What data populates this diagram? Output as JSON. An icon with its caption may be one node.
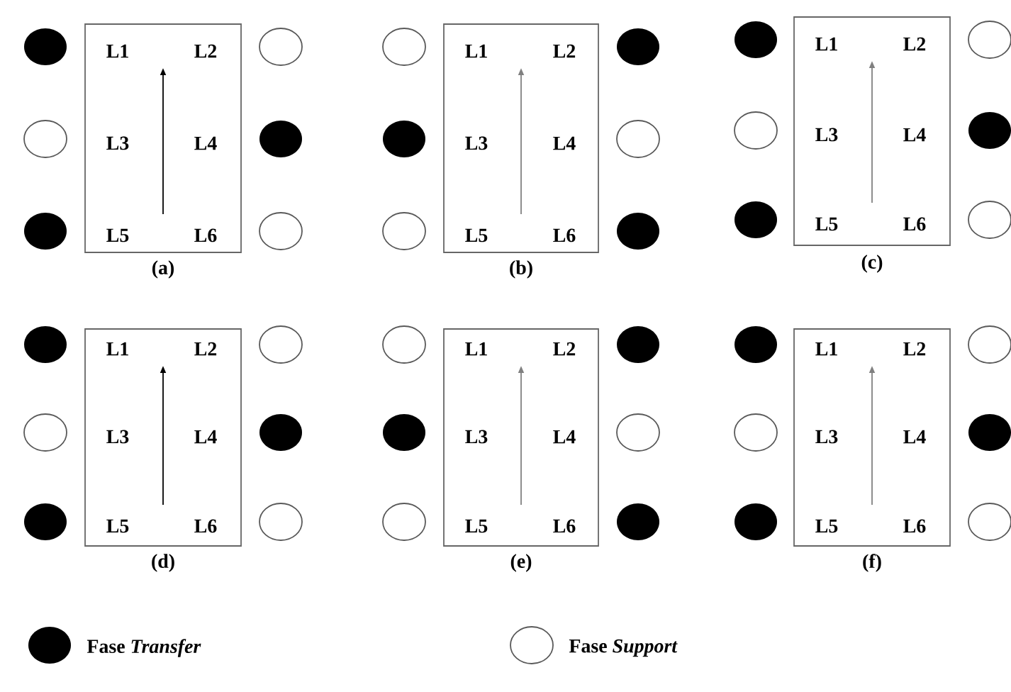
{
  "diagram": {
    "nodes": [
      {
        "text": [
          "L1",
          "L2",
          "L3",
          "L4",
          "L5",
          "L6"
        ],
        "beside": [
          "(a)"
        ]
      },
      {
        "text": [
          "L1",
          "L2",
          "L3",
          "L4",
          "L5",
          "L6"
        ],
        "beside": [
          "(b)"
        ]
      },
      {
        "text": [
          "L1",
          "L2",
          "L3",
          "L4",
          "L5",
          "L6"
        ],
        "beside": [
          "(c)"
        ]
      },
      {
        "text": [
          "L1",
          "L2",
          "L3",
          "L4",
          "L5",
          "L6"
        ],
        "beside": [
          "(d)"
        ]
      },
      {
        "text": [
          "L1",
          "L2",
          "L3",
          "L4",
          "L5",
          "L6"
        ],
        "beside": [
          "(e)"
        ]
      },
      {
        "text": [
          "L1",
          "L2",
          "L3",
          "L4",
          "L5",
          "L6"
        ],
        "beside": [
          "(f)"
        ]
      }
    ],
    "legend": [
      {
        "text": "Fase *Transfer*"
      },
      {
        "text": "Fase *Support*"
      }
    ]
  }
}
